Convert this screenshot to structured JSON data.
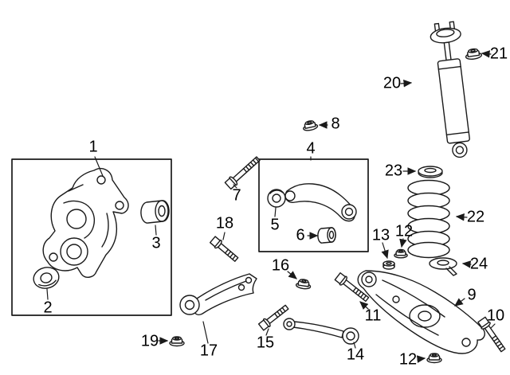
{
  "colors": {
    "background": "#ffffff",
    "line": "#1a1a1a",
    "label": "#000000"
  },
  "callouts": {
    "c1": {
      "label": "1"
    },
    "c2": {
      "label": "2"
    },
    "c3": {
      "label": "3"
    },
    "c4": {
      "label": "4"
    },
    "c5": {
      "label": "5"
    },
    "c6": {
      "label": "6"
    },
    "c7": {
      "label": "7"
    },
    "c8": {
      "label": "8"
    },
    "c9": {
      "label": "9"
    },
    "c10": {
      "label": "10"
    },
    "c11": {
      "label": "11"
    },
    "c12a": {
      "label": "12"
    },
    "c12b": {
      "label": "12"
    },
    "c13": {
      "label": "13"
    },
    "c14": {
      "label": "14"
    },
    "c15": {
      "label": "15"
    },
    "c16": {
      "label": "16"
    },
    "c17": {
      "label": "17"
    },
    "c18": {
      "label": "18"
    },
    "c19": {
      "label": "19"
    },
    "c20": {
      "label": "20"
    },
    "c21": {
      "label": "21"
    },
    "c22": {
      "label": "22"
    },
    "c23": {
      "label": "23"
    },
    "c24": {
      "label": "24"
    }
  }
}
